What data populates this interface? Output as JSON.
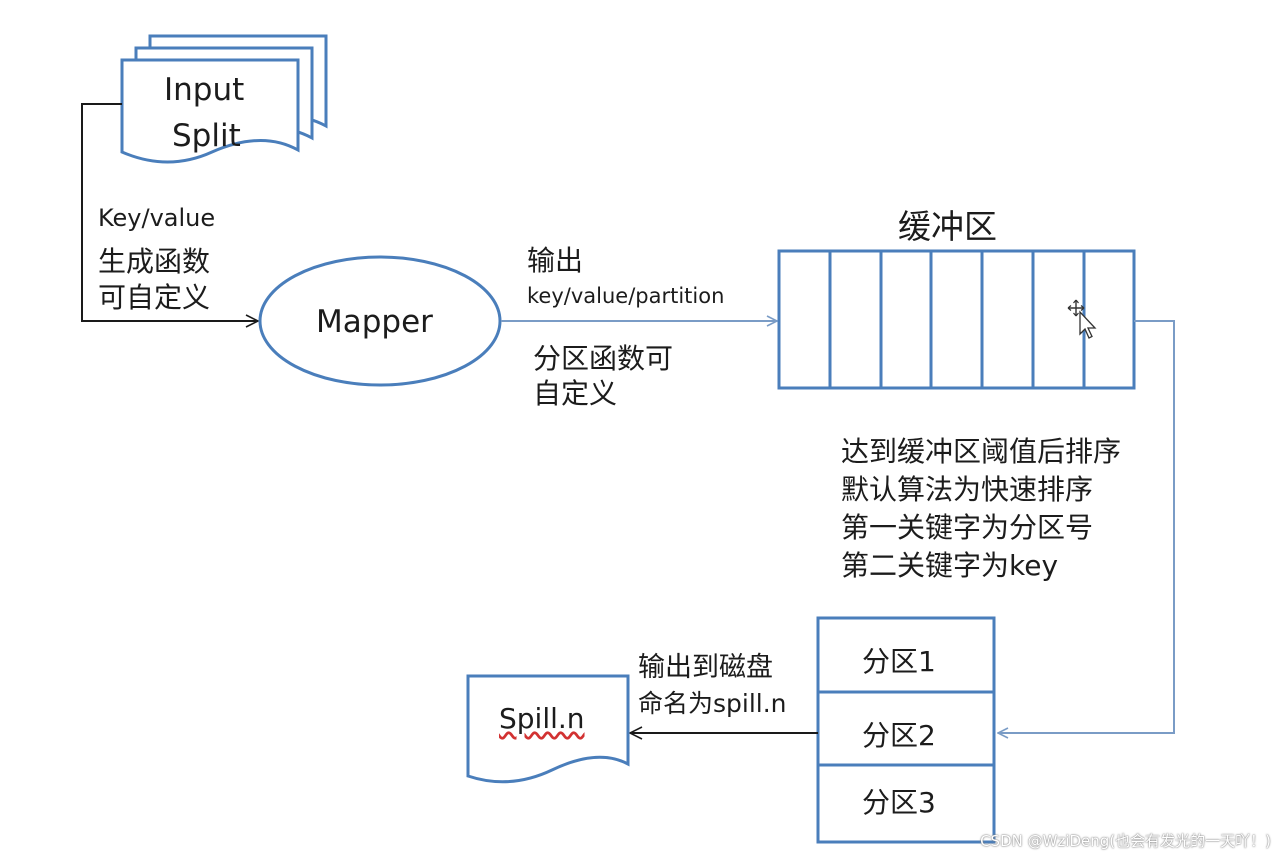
{
  "colors": {
    "shape_stroke": "#4a7ebb",
    "arrow_blue": "#7a9cc6",
    "arrow_black": "#1a1a1a",
    "text": "#1c1c1c",
    "spell_underline": "#d23232"
  },
  "input_split": {
    "line1": "Input",
    "line2": "Split"
  },
  "kv_generator_note": {
    "line1": "Key/value",
    "line2": "生成函数",
    "line3": "可自定义"
  },
  "mapper": {
    "label": "Mapper"
  },
  "output_note": {
    "line1": "输出",
    "line2": "key/value/partition"
  },
  "partition_note": {
    "line1": "分区函数可",
    "line2": "自定义"
  },
  "buffer": {
    "title": "缓冲区",
    "cell_count": 7,
    "cursor_icon": "move-cursor-icon"
  },
  "sort_note": {
    "line1": "达到缓冲区阈值后排序",
    "line2": "默认算法为快速排序",
    "line3": "第一关键字为分区号",
    "line4": "第二关键字为key"
  },
  "partitions": [
    "分区1",
    "分区2",
    "分区3"
  ],
  "disk_note": {
    "line1": "输出到磁盘",
    "line2": "命名为spill.n"
  },
  "spill_file": {
    "label": "Spill.n"
  },
  "watermark": "CSDN @WziDeng(也会有发光的一天吖！)"
}
